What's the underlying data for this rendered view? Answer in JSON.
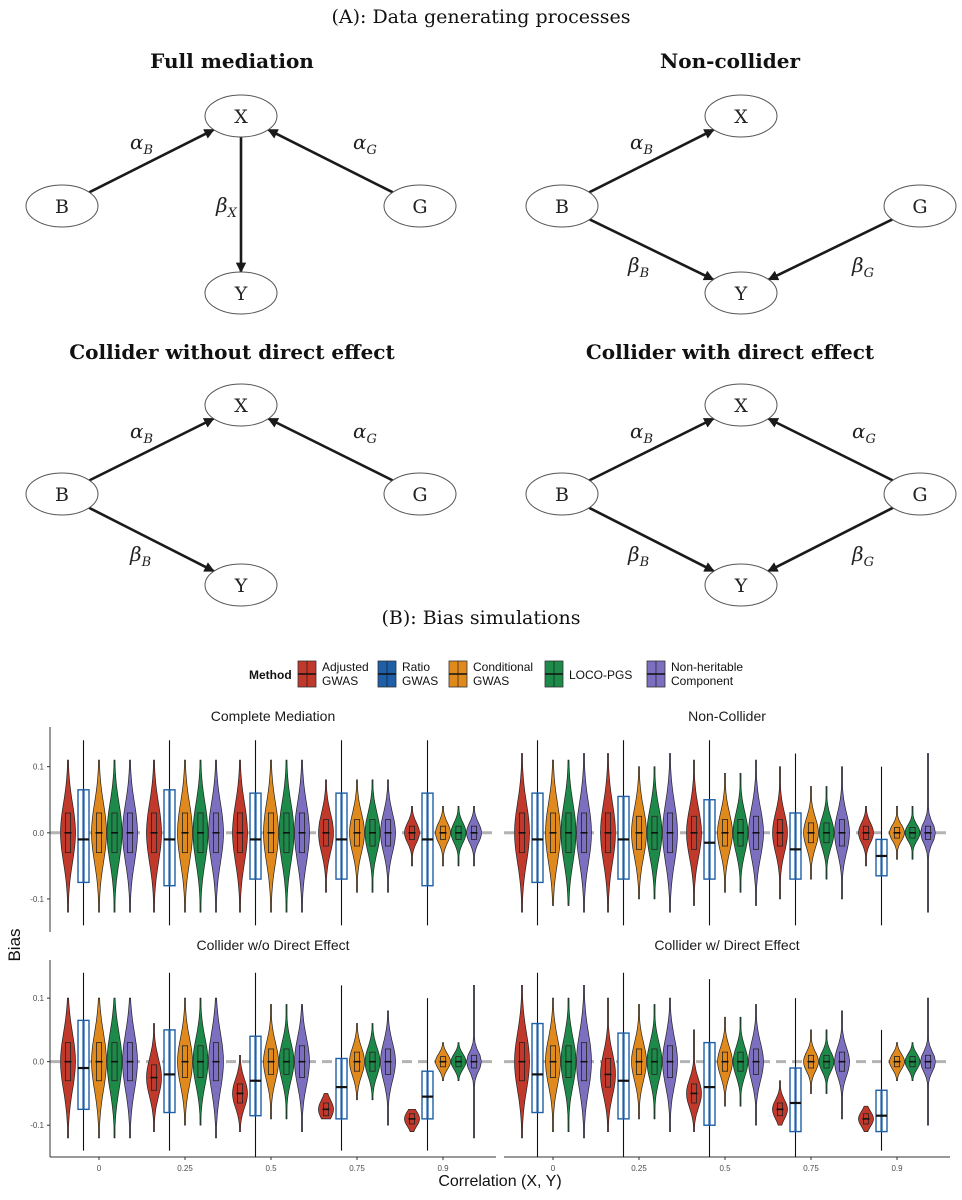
{
  "section_a": "(A): Data generating processes",
  "section_b": "(B): Bias simulations",
  "dags": [
    {
      "title": "Full mediation",
      "nodes": {
        "X": "X",
        "B": "B",
        "G": "G",
        "Y": "Y"
      },
      "edges": [
        {
          "from": "B",
          "to": "X",
          "label": "α",
          "sub": "B"
        },
        {
          "from": "G",
          "to": "X",
          "label": "α",
          "sub": "G"
        },
        {
          "from": "X",
          "to": "Y",
          "label": "β",
          "sub": "X"
        }
      ]
    },
    {
      "title": "Non-collider",
      "nodes": {
        "X": "X",
        "B": "B",
        "G": "G",
        "Y": "Y"
      },
      "edges": [
        {
          "from": "B",
          "to": "X",
          "label": "α",
          "sub": "B"
        },
        {
          "from": "B",
          "to": "Y",
          "label": "β",
          "sub": "B"
        },
        {
          "from": "G",
          "to": "Y",
          "label": "β",
          "sub": "G"
        }
      ]
    },
    {
      "title": "Collider without direct effect",
      "nodes": {
        "X": "X",
        "B": "B",
        "G": "G",
        "Y": "Y"
      },
      "edges": [
        {
          "from": "B",
          "to": "X",
          "label": "α",
          "sub": "B"
        },
        {
          "from": "G",
          "to": "X",
          "label": "α",
          "sub": "G"
        },
        {
          "from": "B",
          "to": "Y",
          "label": "β",
          "sub": "B"
        }
      ]
    },
    {
      "title": "Collider with direct effect",
      "nodes": {
        "X": "X",
        "B": "B",
        "G": "G",
        "Y": "Y"
      },
      "edges": [
        {
          "from": "B",
          "to": "X",
          "label": "α",
          "sub": "B"
        },
        {
          "from": "G",
          "to": "X",
          "label": "α",
          "sub": "G"
        },
        {
          "from": "B",
          "to": "Y",
          "label": "β",
          "sub": "B"
        },
        {
          "from": "G",
          "to": "Y",
          "label": "β",
          "sub": "G"
        }
      ]
    }
  ],
  "chart_data": {
    "type": "violin",
    "legend_title": "Method",
    "legend_position": "top",
    "xlabel": "Correlation (X, Y)",
    "ylabel": "Bias",
    "categories": [
      "0",
      "0.25",
      "0.5",
      "0.75",
      "0.9"
    ],
    "y_ticks": [
      0.1,
      0.0,
      -0.1
    ],
    "y_tick_labels": [
      "0.1",
      "0.0",
      "-0.1"
    ],
    "ylim": [
      -0.15,
      0.16
    ],
    "reference_line": 0.0,
    "methods": [
      {
        "name": "Adjusted\nGWAS",
        "color": "#c0392b",
        "style": "violin"
      },
      {
        "name": "Ratio\nGWAS",
        "color": "#1f5fa8",
        "style": "box"
      },
      {
        "name": "Conditional\nGWAS",
        "color": "#e08a1e",
        "style": "violin"
      },
      {
        "name": "LOCO-PGS",
        "color": "#1e8a4a",
        "style": "violin"
      },
      {
        "name": "Non-heritable\nComponent",
        "color": "#7d6fbf",
        "style": "violin"
      }
    ],
    "panels": [
      {
        "title": "Complete Mediation",
        "median": [
          [
            0,
            -0.01,
            0,
            0,
            0
          ],
          [
            0,
            -0.01,
            0,
            0,
            0
          ],
          [
            0,
            -0.01,
            0,
            0,
            0
          ],
          [
            0,
            -0.01,
            0,
            0,
            0
          ],
          [
            0,
            -0.01,
            0,
            0,
            0
          ]
        ],
        "q1": [
          [
            -0.03,
            -0.075,
            -0.03,
            -0.03,
            -0.03
          ],
          [
            -0.03,
            -0.08,
            -0.03,
            -0.03,
            -0.03
          ],
          [
            -0.03,
            -0.07,
            -0.03,
            -0.03,
            -0.03
          ],
          [
            -0.02,
            -0.07,
            -0.02,
            -0.02,
            -0.02
          ],
          [
            -0.01,
            -0.08,
            -0.01,
            -0.01,
            -0.01
          ]
        ],
        "q3": [
          [
            0.03,
            0.065,
            0.03,
            0.03,
            0.03
          ],
          [
            0.03,
            0.065,
            0.03,
            0.03,
            0.03
          ],
          [
            0.03,
            0.06,
            0.03,
            0.03,
            0.03
          ],
          [
            0.02,
            0.06,
            0.02,
            0.02,
            0.02
          ],
          [
            0.01,
            0.06,
            0.01,
            0.01,
            0.01
          ]
        ],
        "min": [
          [
            -0.12,
            -0.14,
            -0.12,
            -0.12,
            -0.12
          ],
          [
            -0.12,
            -0.14,
            -0.12,
            -0.12,
            -0.12
          ],
          [
            -0.12,
            -0.14,
            -0.12,
            -0.12,
            -0.12
          ],
          [
            -0.09,
            -0.14,
            -0.09,
            -0.09,
            -0.09
          ],
          [
            -0.05,
            -0.14,
            -0.05,
            -0.05,
            -0.05
          ]
        ],
        "max": [
          [
            0.11,
            0.14,
            0.11,
            0.11,
            0.11
          ],
          [
            0.11,
            0.14,
            0.11,
            0.11,
            0.11
          ],
          [
            0.11,
            0.14,
            0.11,
            0.11,
            0.11
          ],
          [
            0.08,
            0.14,
            0.08,
            0.08,
            0.08
          ],
          [
            0.04,
            0.14,
            0.04,
            0.04,
            0.04
          ]
        ]
      },
      {
        "title": "Non-Collider",
        "median": [
          [
            0,
            -0.01,
            0,
            0,
            0
          ],
          [
            0,
            -0.01,
            0,
            0,
            0
          ],
          [
            0,
            -0.015,
            0,
            0,
            0
          ],
          [
            0,
            -0.025,
            0,
            0,
            0
          ],
          [
            0,
            -0.035,
            0,
            0,
            0
          ]
        ],
        "q1": [
          [
            -0.03,
            -0.075,
            -0.03,
            -0.03,
            -0.03
          ],
          [
            -0.03,
            -0.07,
            -0.025,
            -0.025,
            -0.03
          ],
          [
            -0.025,
            -0.07,
            -0.02,
            -0.02,
            -0.025
          ],
          [
            -0.02,
            -0.07,
            -0.015,
            -0.015,
            -0.02
          ],
          [
            -0.01,
            -0.065,
            -0.008,
            -0.008,
            -0.01
          ]
        ],
        "q3": [
          [
            0.03,
            0.06,
            0.03,
            0.03,
            0.03
          ],
          [
            0.03,
            0.055,
            0.025,
            0.025,
            0.03
          ],
          [
            0.025,
            0.05,
            0.02,
            0.02,
            0.025
          ],
          [
            0.02,
            0.03,
            0.015,
            0.015,
            0.02
          ],
          [
            0.01,
            -0.01,
            0.008,
            0.008,
            0.01
          ]
        ],
        "min": [
          [
            -0.12,
            -0.14,
            -0.11,
            -0.11,
            -0.12
          ],
          [
            -0.12,
            -0.14,
            -0.1,
            -0.1,
            -0.12
          ],
          [
            -0.11,
            -0.14,
            -0.09,
            -0.09,
            -0.11
          ],
          [
            -0.1,
            -0.14,
            -0.07,
            -0.07,
            -0.1
          ],
          [
            -0.05,
            -0.14,
            -0.04,
            -0.04,
            -0.12
          ]
        ],
        "max": [
          [
            0.12,
            0.14,
            0.11,
            0.11,
            0.12
          ],
          [
            0.12,
            0.14,
            0.1,
            0.1,
            0.12
          ],
          [
            0.11,
            0.14,
            0.09,
            0.09,
            0.11
          ],
          [
            0.1,
            0.12,
            0.07,
            0.07,
            0.1
          ],
          [
            0.04,
            0.1,
            0.04,
            0.04,
            0.12
          ]
        ]
      },
      {
        "title": "Collider w/o Direct Effect",
        "median": [
          [
            0,
            -0.01,
            0,
            0,
            0
          ],
          [
            -0.025,
            -0.02,
            0,
            0,
            0
          ],
          [
            -0.05,
            -0.03,
            0,
            0,
            0
          ],
          [
            -0.075,
            -0.04,
            0,
            0,
            0
          ],
          [
            -0.09,
            -0.055,
            0,
            0,
            0
          ]
        ],
        "q1": [
          [
            -0.03,
            -0.075,
            -0.03,
            -0.03,
            -0.03
          ],
          [
            -0.045,
            -0.08,
            -0.025,
            -0.025,
            -0.03
          ],
          [
            -0.065,
            -0.085,
            -0.02,
            -0.02,
            -0.025
          ],
          [
            -0.085,
            -0.09,
            -0.015,
            -0.015,
            -0.02
          ],
          [
            -0.098,
            -0.09,
            -0.008,
            -0.008,
            -0.01
          ]
        ],
        "q3": [
          [
            0.03,
            0.065,
            0.03,
            0.03,
            0.03
          ],
          [
            -0.005,
            0.05,
            0.025,
            0.025,
            0.03
          ],
          [
            -0.035,
            0.04,
            0.02,
            0.02,
            0.025
          ],
          [
            -0.065,
            0.005,
            0.015,
            0.015,
            0.02
          ],
          [
            -0.082,
            -0.015,
            0.008,
            0.008,
            0.01
          ]
        ],
        "min": [
          [
            -0.12,
            -0.14,
            -0.12,
            -0.12,
            -0.12
          ],
          [
            -0.11,
            -0.14,
            -0.1,
            -0.1,
            -0.12
          ],
          [
            -0.11,
            -0.15,
            -0.09,
            -0.09,
            -0.11
          ],
          [
            -0.09,
            -0.14,
            -0.06,
            -0.06,
            -0.1
          ],
          [
            -0.11,
            -0.14,
            -0.03,
            -0.03,
            -0.12
          ]
        ],
        "max": [
          [
            0.1,
            0.14,
            0.1,
            0.1,
            0.1
          ],
          [
            0.06,
            0.14,
            0.1,
            0.1,
            0.1
          ],
          [
            0.01,
            0.14,
            0.09,
            0.09,
            0.09
          ],
          [
            -0.05,
            0.12,
            0.06,
            0.06,
            0.08
          ],
          [
            -0.075,
            0.1,
            0.03,
            0.03,
            0.12
          ]
        ]
      },
      {
        "title": "Collider w/ Direct Effect",
        "median": [
          [
            0,
            -0.02,
            0,
            0,
            0
          ],
          [
            -0.02,
            -0.03,
            0,
            0,
            0
          ],
          [
            -0.05,
            -0.04,
            0,
            0,
            0
          ],
          [
            -0.075,
            -0.065,
            0,
            0,
            0
          ],
          [
            -0.09,
            -0.085,
            0,
            0,
            0
          ]
        ],
        "q1": [
          [
            -0.03,
            -0.08,
            -0.025,
            -0.025,
            -0.03
          ],
          [
            -0.04,
            -0.09,
            -0.02,
            -0.02,
            -0.025
          ],
          [
            -0.065,
            -0.1,
            -0.015,
            -0.015,
            -0.02
          ],
          [
            -0.085,
            -0.11,
            -0.01,
            -0.01,
            -0.015
          ],
          [
            -0.098,
            -0.11,
            -0.008,
            -0.008,
            -0.01
          ]
        ],
        "q3": [
          [
            0.03,
            0.06,
            0.025,
            0.025,
            0.03
          ],
          [
            0.005,
            0.045,
            0.02,
            0.02,
            0.025
          ],
          [
            -0.035,
            0.03,
            0.015,
            0.015,
            0.02
          ],
          [
            -0.065,
            -0.01,
            0.01,
            0.01,
            0.015
          ],
          [
            -0.082,
            -0.045,
            0.008,
            0.008,
            0.01
          ]
        ],
        "min": [
          [
            -0.12,
            -0.15,
            -0.11,
            -0.11,
            -0.12
          ],
          [
            -0.11,
            -0.15,
            -0.09,
            -0.09,
            -0.11
          ],
          [
            -0.11,
            -0.15,
            -0.07,
            -0.07,
            -0.1
          ],
          [
            -0.1,
            -0.15,
            -0.05,
            -0.05,
            -0.09
          ],
          [
            -0.11,
            -0.14,
            -0.03,
            -0.03,
            -0.1
          ]
        ],
        "max": [
          [
            0.12,
            0.14,
            0.1,
            0.1,
            0.12
          ],
          [
            0.1,
            0.14,
            0.09,
            0.09,
            0.1
          ],
          [
            0.05,
            0.13,
            0.07,
            0.07,
            0.09
          ],
          [
            -0.03,
            0.1,
            0.05,
            0.05,
            0.08
          ],
          [
            -0.07,
            0.05,
            0.03,
            0.03,
            0.1
          ]
        ]
      }
    ]
  }
}
